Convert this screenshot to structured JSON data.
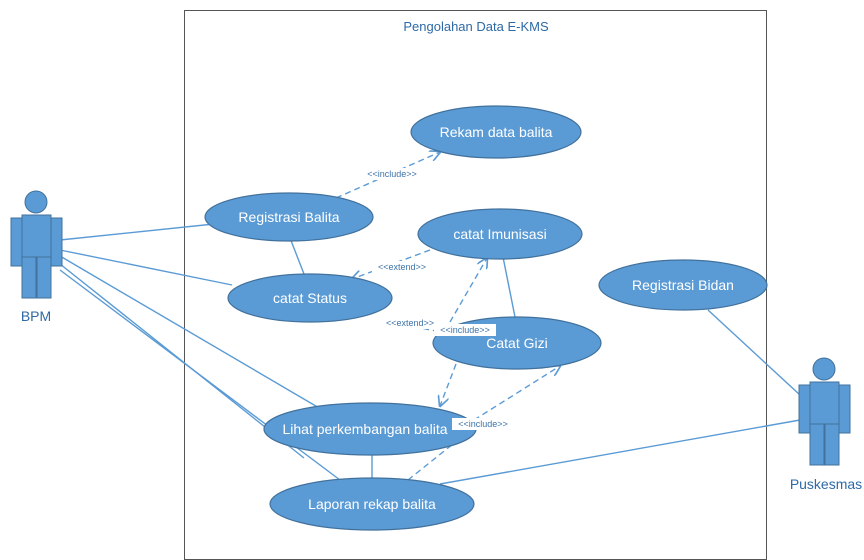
{
  "system": {
    "title": "Pengolahan Data E-KMS"
  },
  "actors": {
    "bpm": "BPM",
    "puskesmas": "Puskesmas"
  },
  "use_cases": {
    "rekam": "Rekam data balita",
    "registrasi_balita": "Registrasi Balita",
    "imunisasi": "catat Imunisasi",
    "status": "catat Status",
    "gizi": "Catat Gizi",
    "registrasi_bidan": "Registrasi Bidan",
    "lihat": "Lihat perkembangan balita",
    "laporan": "Laporan rekap balita"
  },
  "stereotypes": {
    "include_rekam": "<<include>>",
    "extend_imunisasi": "<<extend>>",
    "extend_gizi": "<<extend>>",
    "include_gizi_top": "<<include>>",
    "include_lihat": "<<include>>"
  },
  "colors": {
    "use_case_fill": "#5b9bd5",
    "use_case_stroke": "#41719c",
    "line": "#5b9bd5",
    "text_accent": "#2e6aa6"
  }
}
